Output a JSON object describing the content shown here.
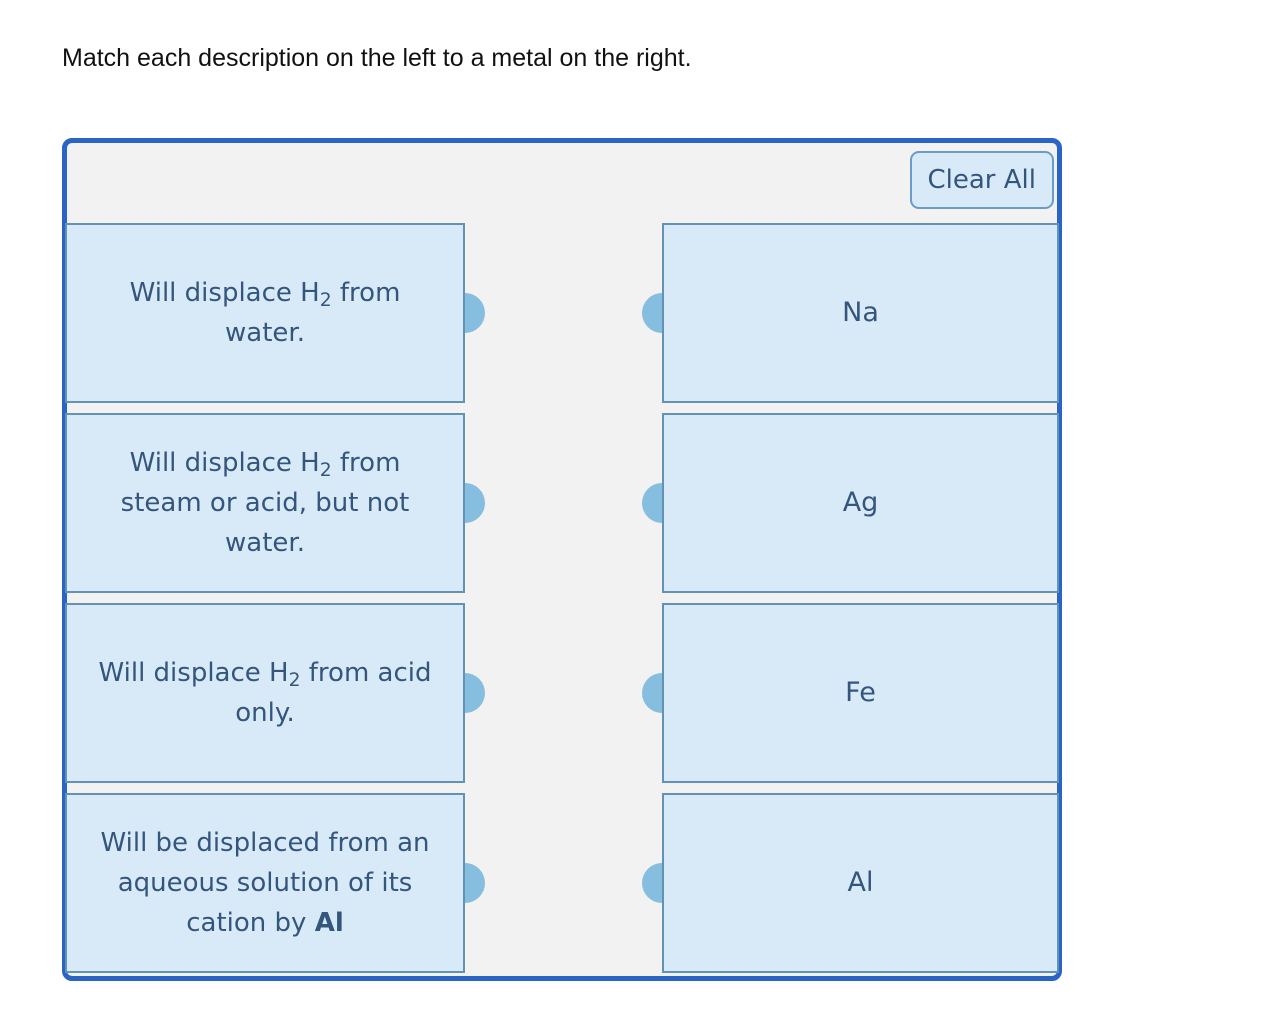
{
  "page": {
    "title": "Match each description on the left to a metal on the right."
  },
  "panel": {
    "clear_all_label": "Clear All"
  },
  "left_cards": [
    {
      "pre": "Will displace H",
      "sub": "2",
      "post": " from water."
    },
    {
      "pre": "Will displace H",
      "sub": "2",
      "post": " from steam or acid, but not water."
    },
    {
      "pre": "Will displace H",
      "sub": "2",
      "post": " from acid only."
    },
    {
      "pre": "Will be displaced from an aqueous solution of its cation by ",
      "bold": "Al"
    }
  ],
  "right_cards": [
    {
      "label": "Na"
    },
    {
      "label": "Ag"
    },
    {
      "label": "Fe"
    },
    {
      "label": "Al"
    }
  ],
  "colors": {
    "panel_border": "#2a64c4",
    "panel_bg": "#f2f2f2",
    "card_bg": "#d8eaf8",
    "card_border": "#6292b4",
    "dot": "#85bede",
    "text": "#35567c",
    "button_border": "#6b9cc8",
    "title_color": "#111111"
  }
}
